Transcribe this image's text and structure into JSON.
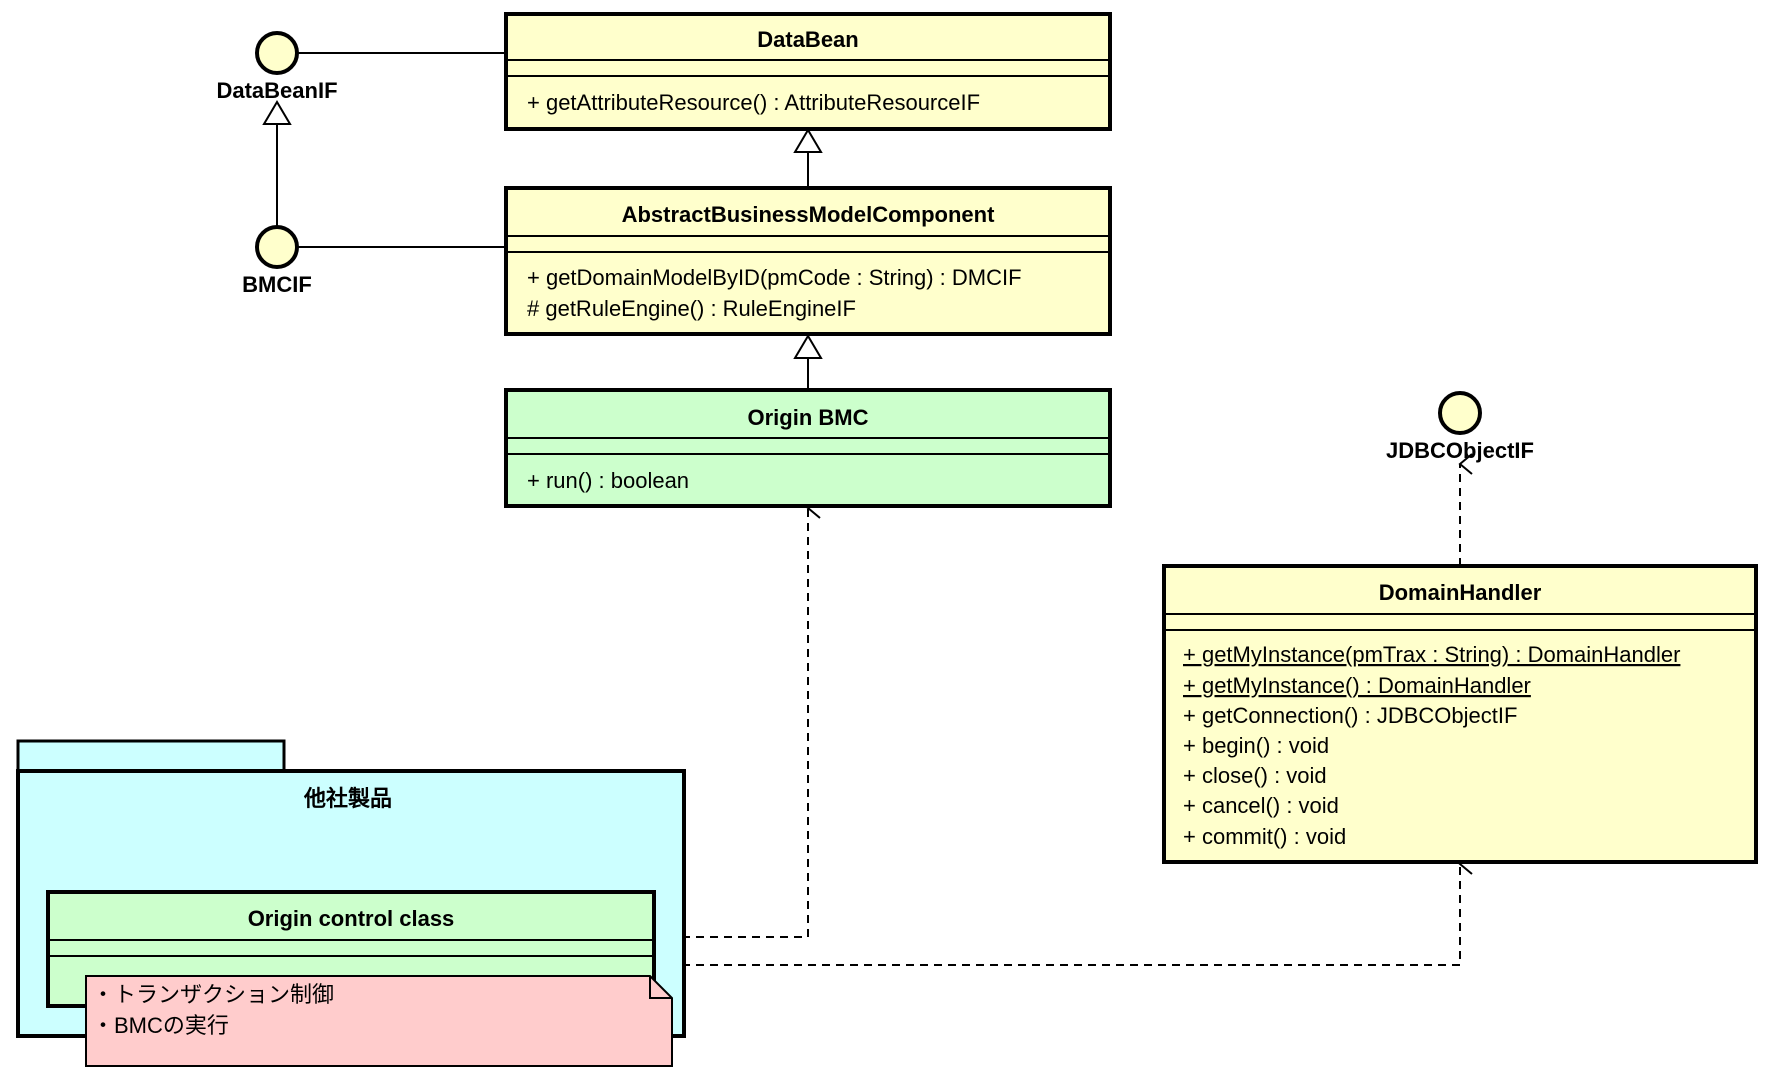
{
  "colors": {
    "class_yellow": "#FFFFCC",
    "class_green": "#CCFFCC",
    "package_cyan": "#CCFFFF",
    "note_pink": "#FFCCCC",
    "interface_fill": "#FFFFCC",
    "stroke": "#000000"
  },
  "interfaces": {
    "databeanif": "DataBeanIF",
    "bmcif": "BMCIF",
    "jdbcobjectif": "JDBCObjectIF"
  },
  "classes": {
    "databean": {
      "name": "DataBean",
      "operations": [
        "+ getAttributeResource() : AttributeResourceIF"
      ]
    },
    "abstract_bmc": {
      "name": "AbstractBusinessModelComponent",
      "operations": [
        "+ getDomainModelByID(pmCode : String) : DMCIF",
        "# getRuleEngine() : RuleEngineIF"
      ]
    },
    "origin_bmc": {
      "name": "Origin BMC",
      "operations": [
        "+ run() : boolean"
      ]
    },
    "domain_handler": {
      "name": "DomainHandler",
      "operations": [
        "+ getMyInstance(pmTrax : String) : DomainHandler",
        "+ getMyInstance() : DomainHandler",
        "+ getConnection() : JDBCObjectIF",
        "+ begin() : void",
        "+ close() : void",
        "+ cancel() : void",
        "+ commit() : void"
      ]
    },
    "origin_control": {
      "name": "Origin control class"
    }
  },
  "package": {
    "name": "他社製品"
  },
  "note": {
    "lines": [
      "・トランザクション制御",
      "・BMCの実行"
    ]
  }
}
